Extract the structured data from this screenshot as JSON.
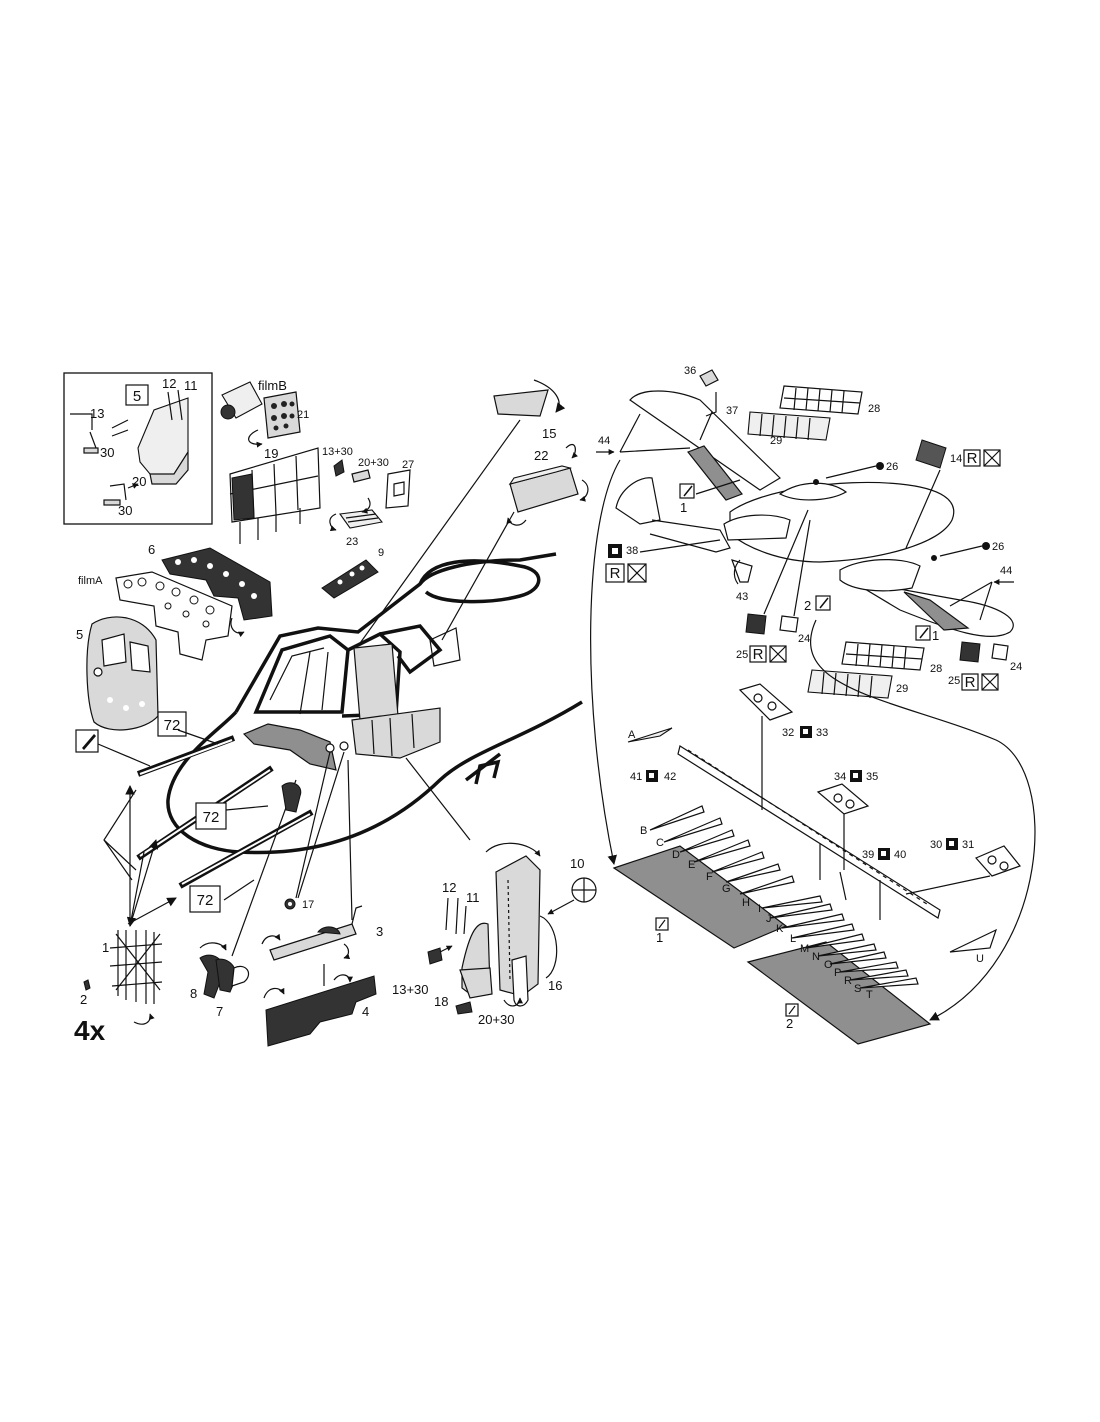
{
  "inset": {
    "box_label": "5",
    "labels": [
      "12",
      "11",
      "13",
      "30",
      "20",
      "30"
    ]
  },
  "cockpit": {
    "film_a": "filmA",
    "film_b": "filmB",
    "part_labels": [
      "21",
      "19",
      "13+30",
      "20+30",
      "27",
      "23",
      "9",
      "6",
      "5",
      "15",
      "22",
      "1",
      "2",
      "8",
      "7",
      "17",
      "3",
      "4",
      "12",
      "11",
      "13+30",
      "18",
      "20+30",
      "10",
      "16"
    ],
    "boxed_labels": [
      "72",
      "72",
      "72"
    ],
    "multiplier": "4x"
  },
  "aircraft": {
    "part_labels": [
      "36",
      "37",
      "28",
      "29",
      "44",
      "26",
      "38",
      "43",
      "26",
      "44",
      "24",
      "25",
      "28",
      "29",
      "24",
      "25"
    ],
    "decal_codes": [
      "14",
      "R",
      "R",
      "1",
      "2",
      "1"
    ]
  },
  "wing": {
    "part_labels": [
      "A",
      "32",
      "33",
      "41",
      "42",
      "34",
      "35",
      "B",
      "C",
      "D",
      "E",
      "F",
      "G",
      "H",
      "I",
      "J",
      "K",
      "L",
      "M",
      "N",
      "O",
      "P",
      "R",
      "S",
      "T",
      "U",
      "39",
      "40",
      "30",
      "31"
    ],
    "sheet_labels": [
      "1",
      "2"
    ]
  }
}
